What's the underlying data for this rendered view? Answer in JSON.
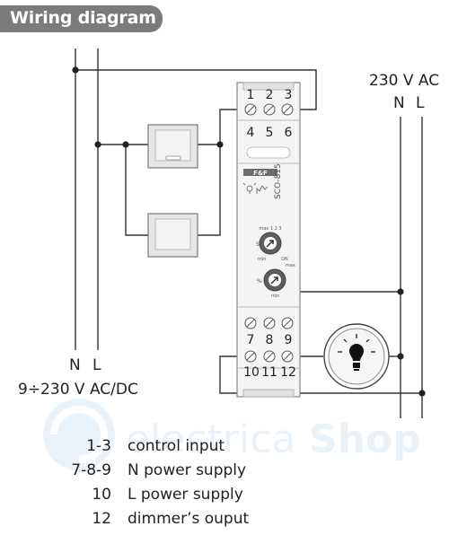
{
  "header": {
    "title": "Wiring diagram"
  },
  "supply_right": {
    "voltage": "230 V AC",
    "n": "N",
    "l": "L"
  },
  "supply_left": {
    "n": "N",
    "l": "L",
    "voltage": "9÷230 V AC/DC"
  },
  "device": {
    "brand": "F&F",
    "model": "SCO-815",
    "top_terminals": [
      "1",
      "2",
      "3"
    ],
    "top_terminals_row2": [
      "4",
      "5",
      "6"
    ],
    "mid_terminals": [
      "7",
      "8",
      "9"
    ],
    "bottom_terminals": [
      "10",
      "11",
      "12"
    ],
    "knob1_labels": {
      "top": "max 1 2 3",
      "left": "S",
      "bottom_left": "min",
      "bottom_right": "ON"
    },
    "knob2_labels": {
      "top": "max",
      "left": "%",
      "bottom": "min"
    }
  },
  "watermark": {
    "text_a": "electrica",
    "text_b": "Shop"
  },
  "legend": [
    {
      "code": "1-3",
      "desc": "control input"
    },
    {
      "code": "7-8-9",
      "desc": "N power supply"
    },
    {
      "code": "10",
      "desc": "L power supply"
    },
    {
      "code": "12",
      "desc": "dimmer’s ouput"
    }
  ],
  "colors": {
    "header_bg": "#7b7b7d",
    "wire": "#333333",
    "device_body": "#f4f4f4",
    "watermark": "#d8e9f4"
  }
}
